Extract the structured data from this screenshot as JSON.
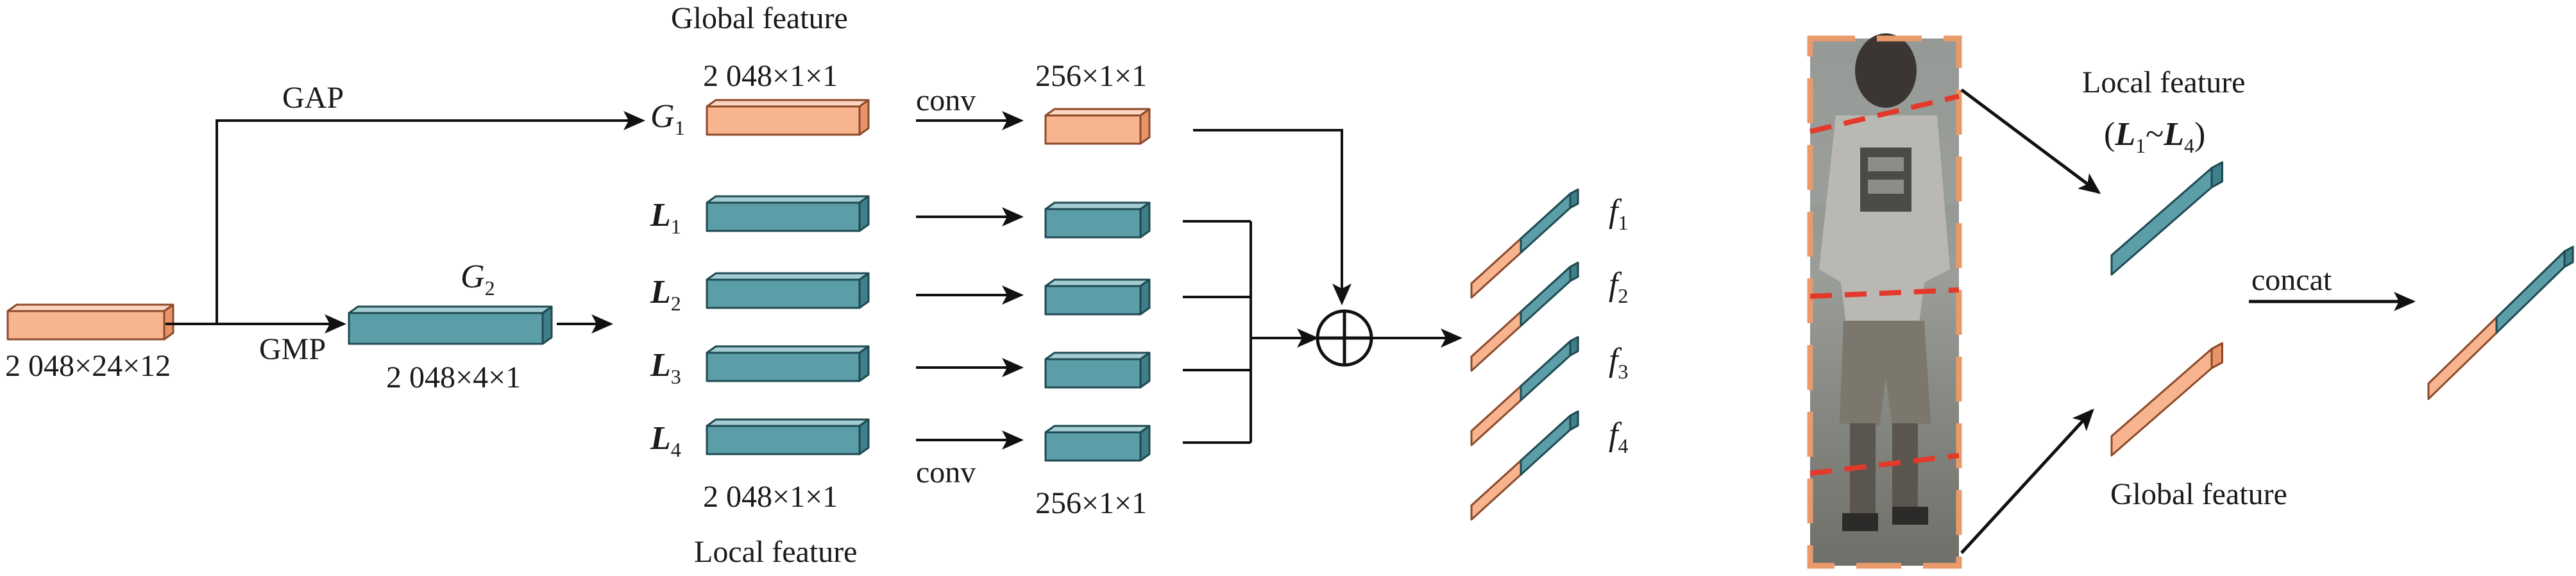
{
  "colors": {
    "orange_face": "#f7b48e",
    "orange_top": "#fbd6bf",
    "orange_side": "#e8946a",
    "orange_stroke": "#8c4a2a",
    "teal_face": "#5b9ea8",
    "teal_top": "#a3cdd3",
    "teal_side": "#3f7f89",
    "teal_stroke": "#1f4a52",
    "dash": "#e2392a",
    "line": "#111111"
  },
  "labels": {
    "input_dim": "2 048×24×12",
    "gap": "GAP",
    "gmp": "GMP",
    "g2_name": "G",
    "g2_sub": "2",
    "g2_dim": "2 048×4×1",
    "global_feature_top": "Global feature",
    "global_dim": "2 048×1×1",
    "conv_top": "conv",
    "reduced_dim_top": "256×1×1",
    "g1_name": "G",
    "g1_sub": "1",
    "local_names": [
      {
        "name": "L",
        "sub": "1"
      },
      {
        "name": "L",
        "sub": "2"
      },
      {
        "name": "L",
        "sub": "3"
      },
      {
        "name": "L",
        "sub": "4"
      }
    ],
    "local_dim": "2 048×1×1",
    "conv_bottom": "conv",
    "reduced_dim_bottom": "256×1×1",
    "local_feature_bottom": "Local feature",
    "f_names": [
      {
        "name": "f",
        "sub": "1"
      },
      {
        "name": "f",
        "sub": "2"
      },
      {
        "name": "f",
        "sub": "3"
      },
      {
        "name": "f",
        "sub": "4"
      }
    ],
    "local_feature_right": "Local feature",
    "local_range": {
      "open": "(",
      "l": "L",
      "sub1": "1",
      "tilde": "~",
      "sub2": "4",
      "close": ")"
    },
    "concat": "concat",
    "global_feature_right": "Global feature"
  }
}
